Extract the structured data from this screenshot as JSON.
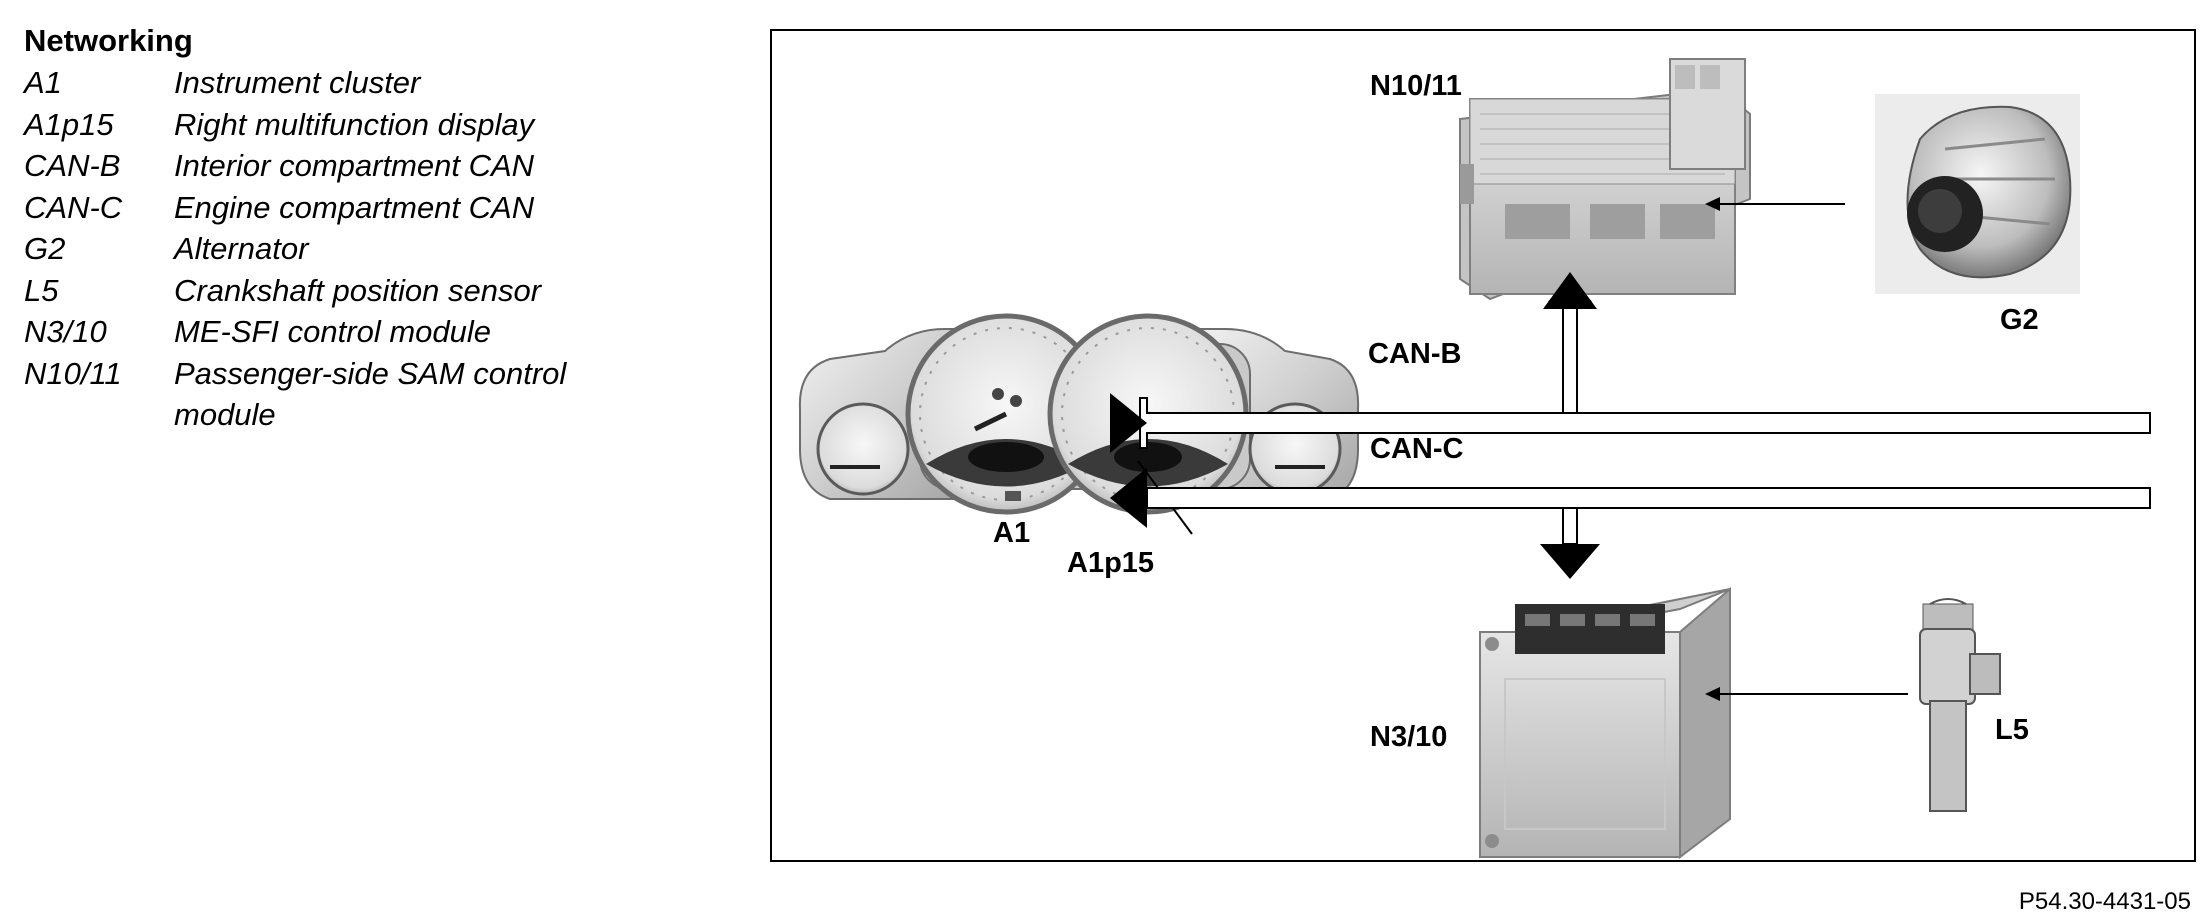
{
  "legend": {
    "title": "Networking",
    "items": [
      {
        "code": "A1",
        "desc": "Instrument cluster"
      },
      {
        "code": "A1p15",
        "desc": "Right multifunction display"
      },
      {
        "code": "CAN-B",
        "desc": "Interior compartment CAN"
      },
      {
        "code": "CAN-C",
        "desc": "Engine compartment CAN"
      },
      {
        "code": "G2",
        "desc": "Alternator"
      },
      {
        "code": "L5",
        "desc": "Crankshaft position sensor"
      },
      {
        "code": "N3/10",
        "desc": "ME-SFI control module"
      },
      {
        "code": "N10/11",
        "desc": "Passenger-side SAM control module"
      }
    ]
  },
  "diagram": {
    "labels": {
      "n10_11": "N10/11",
      "g2": "G2",
      "can_b": "CAN-B",
      "can_c": "CAN-C",
      "a1": "A1",
      "a1p15": "A1p15",
      "n3_10": "N3/10",
      "l5": "L5"
    }
  },
  "figure_ref": "P54.30-4431-05"
}
